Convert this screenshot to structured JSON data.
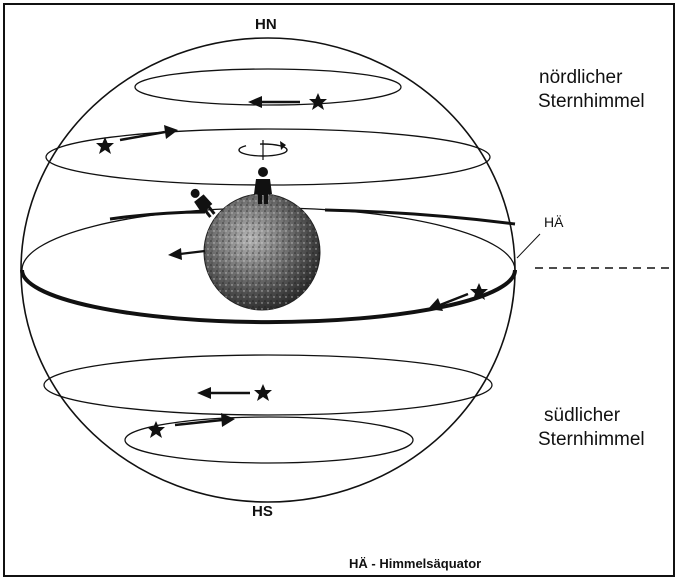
{
  "labels": {
    "north_pole": "HN",
    "south_pole": "HS",
    "north_sky_line1": "nördlicher",
    "north_sky_line2": "Sternhimmel",
    "south_sky_line1": "südlicher",
    "south_sky_line2": "Sternhimmel",
    "equator_abbrev": "HÄ",
    "legend": "HÄ - Himmelsäquator"
  },
  "colors": {
    "ink": "#111111",
    "earth_dark": "#2a2a2a",
    "earth_light": "#9a9a9a",
    "background": "#ffffff"
  },
  "icons": {
    "star": "star-icon",
    "person": "person-icon",
    "rotation": "rotation-arrow-icon",
    "direction_arrow": "arrow-icon"
  }
}
